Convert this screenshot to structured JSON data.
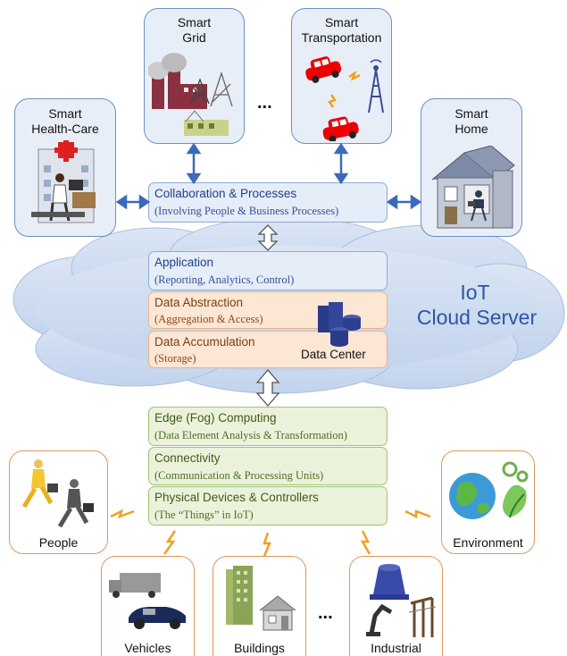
{
  "top_cards": {
    "smart_grid": "Smart\nGrid",
    "smart_transportation": "Smart\nTransportation",
    "smart_health_care": "Smart\nHealth-Care",
    "smart_home": "Smart\nHome",
    "ellipsis": "..."
  },
  "collaboration": {
    "title": "Collaboration & Processes",
    "subtitle": "(Involving People & Business Processes)"
  },
  "cloud": {
    "label_line1": "IoT",
    "label_line2": "Cloud Server",
    "application_title": "Application",
    "application_subtitle": "(Reporting, Analytics, Control)",
    "abstraction_title": "Data Abstraction",
    "abstraction_subtitle": "(Aggregation & Access)",
    "accumulation_title": "Data Accumulation",
    "accumulation_subtitle": "(Storage)",
    "data_center": "Data Center"
  },
  "edge": {
    "edge_title": "Edge (Fog) Computing",
    "edge_subtitle": "(Data Element Analysis & Transformation)",
    "connectivity_title": "Connectivity",
    "connectivity_subtitle": "(Communication & Processing Units)",
    "devices_title": "Physical Devices & Controllers",
    "devices_subtitle": "(The “Things” in IoT)"
  },
  "bottom_cards": {
    "people": "People",
    "environment": "Environment",
    "vehicles": "Vehicles",
    "buildings": "Buildings",
    "industrial": "Industrial",
    "ellipsis": "..."
  },
  "colors": {
    "card_border_blue": "#6d8fc0",
    "card_border_orange": "#e0955a",
    "cloud_fill": "#cfdcf0",
    "cloud_text": "#2b57a8",
    "arrow_blue": "#3b6ab8",
    "lightning": "#f0a020"
  }
}
